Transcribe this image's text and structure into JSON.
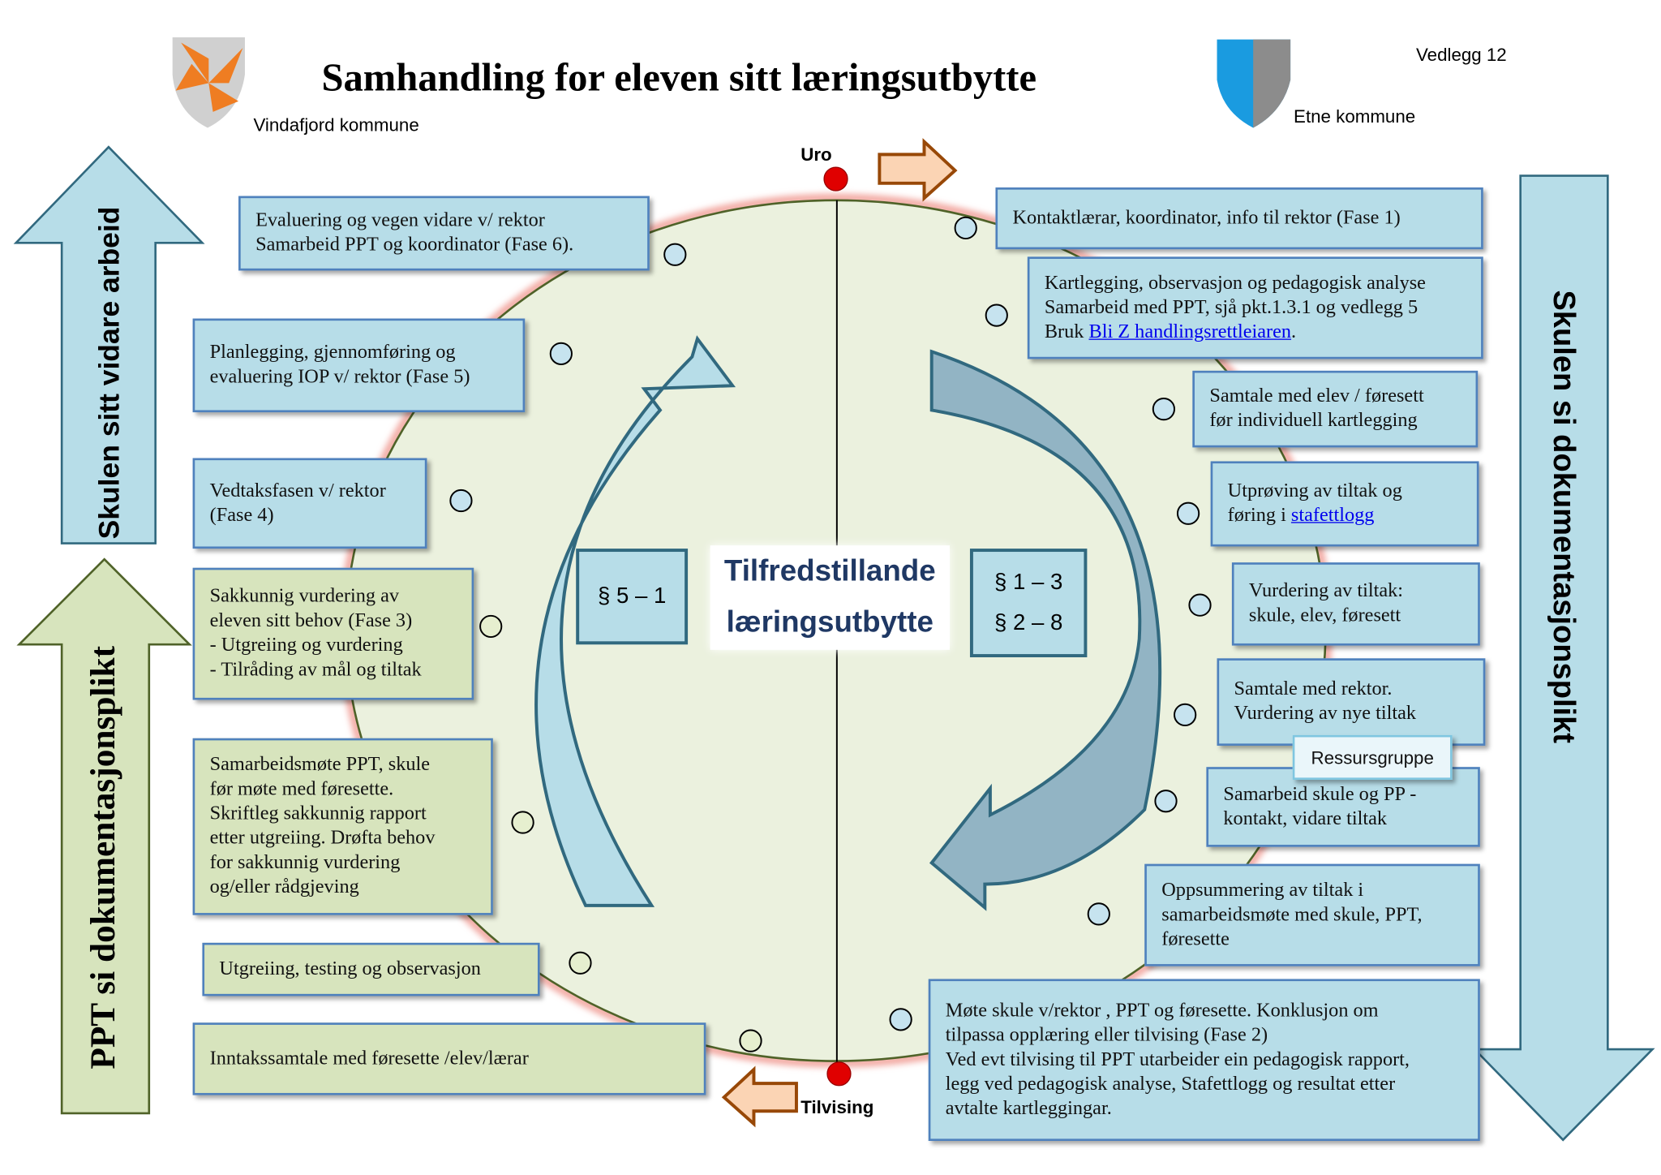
{
  "header": {
    "title": "Samhandling for eleven sitt læringsutbytte",
    "left_municipality": "Vindafjord kommune",
    "right_municipality": "Etne kommune",
    "attachment": "Vedlegg 12"
  },
  "markers": {
    "top": "Uro",
    "bottom": "Tilvising"
  },
  "side_arrows": {
    "left_top": "Skulen sitt vidare arbeid",
    "left_bottom": "PPT si dokumentasjonsplikt",
    "right": "Skulen si dokumentasjonsplikt"
  },
  "center": {
    "line1": "Tilfredstillande",
    "line2": "læringsutbytte",
    "left_section": "§ 5 – 1",
    "right_section_1": "§ 1 – 3",
    "right_section_2": "§ 2 – 8"
  },
  "left_boxes": [
    {
      "lines": [
        "Evaluering og vegen vidare v/ rektor",
        "Samarbeid PPT og koordinator  (Fase 6)."
      ]
    },
    {
      "lines": [
        "Planlegging, gjennomføring og",
        "evaluering IOP  v/ rektor  (Fase 5)"
      ]
    },
    {
      "lines": [
        "Vedtaksfasen v/ rektor",
        "(Fase 4)"
      ]
    },
    {
      "lines": [
        "Sakkunnig vurdering av",
        "eleven sitt behov (Fase 3)",
        "- Utgreiing og vurdering",
        "- Tilråding av mål og tiltak"
      ]
    },
    {
      "lines": [
        "Samarbeidsmøte  PPT, skule",
        "før møte med føresette.",
        "Skriftleg sakkunnig rapport",
        "etter utgreiing. Drøfta behov",
        "for sakkunnig vurdering",
        "og/eller rådgjeving"
      ]
    },
    {
      "lines": [
        "Utgreiing, testing og observasjon"
      ]
    },
    {
      "lines": [
        "Inntakssamtale med føresette /elev/lærar"
      ]
    }
  ],
  "right_boxes": [
    {
      "lines": [
        "Kontaktlærar, koordinator, info til rektor (Fase 1)"
      ]
    },
    {
      "lines": [
        "Kartlegging, observasjon og pedagogisk analyse",
        "Samarbeid med PPT, sjå pkt.1.3.1 og vedlegg 5"
      ],
      "prefix": "Bruk ",
      "link": "Bli Z handlingsrettleiaren",
      "suffix": "."
    },
    {
      "lines": [
        "Samtale med elev / føresett",
        "før individuell kartlegging"
      ]
    },
    {
      "lines": [
        "Utprøving av tiltak og"
      ],
      "prefix": "føring i ",
      "link": "stafettlogg",
      "suffix": ""
    },
    {
      "lines": [
        "Vurdering av tiltak:",
        "skule, elev, føresett"
      ]
    },
    {
      "lines": [
        "Samtale med rektor.",
        "Vurdering av nye tiltak"
      ]
    },
    {
      "lines": [
        "Samarbeid skule og PP -",
        "kontakt, vidare tiltak"
      ]
    },
    {
      "lines": [
        "Oppsummering av tiltak i",
        "samarbeidsmøte med skule, PPT,",
        "føresette"
      ]
    },
    {
      "lines": [
        "Møte skule v/rektor , PPT og føresette. Konklusjon om",
        "tilpassa opplæring eller tilvising (Fase 2)",
        "Ved evt tilvising til PPT utarbeider ein pedagogisk rapport,",
        "legg ved pedagogisk analyse, Stafettlogg og resultat etter",
        "avtalte kartleggingar."
      ]
    }
  ],
  "resource_group": "Ressursgruppe",
  "colors": {
    "blue_box": "#b7dde8",
    "green_box": "#d7e4bd",
    "circle_fill": "#ebf1de",
    "marker_red": "#e00000",
    "orange_arrow": "#fbd4b4"
  }
}
